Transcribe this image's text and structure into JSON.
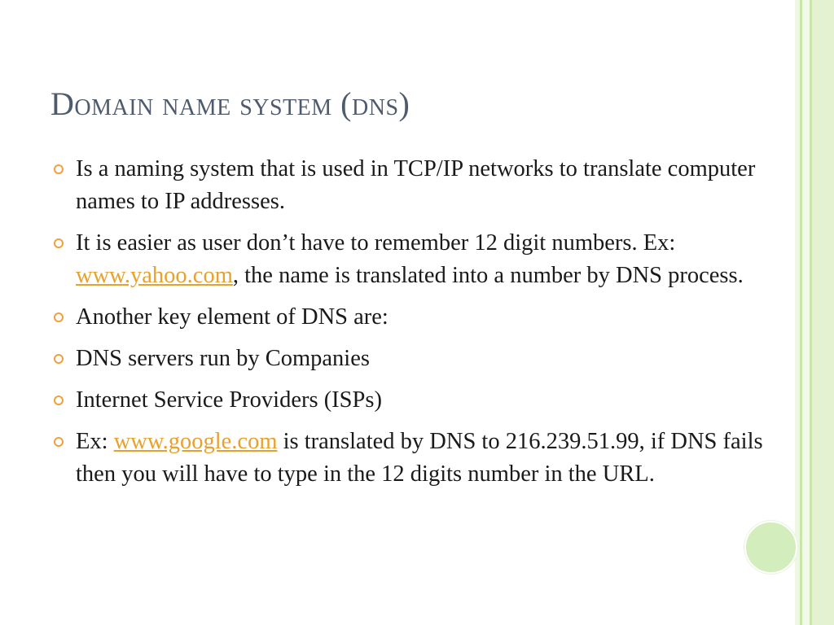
{
  "slide": {
    "title": "Domain name system (dns)",
    "bullets": [
      {
        "text_before": "Is a naming system that is used in TCP/IP networks to translate computer names to IP addresses.",
        "link": "",
        "text_after": ""
      },
      {
        "text_before": "It is easier as user don’t have to remember 12 digit numbers. Ex: ",
        "link": "www.yahoo.com",
        "text_after": ", the name is translated into a number by DNS process."
      },
      {
        "text_before": "Another key element of DNS are:",
        "link": "",
        "text_after": ""
      },
      {
        "text_before": "DNS servers run by Companies",
        "link": "",
        "text_after": ""
      },
      {
        "text_before": "Internet Service Providers (ISPs)",
        "link": "",
        "text_after": ""
      },
      {
        "text_before": "Ex: ",
        "link": "www.google.com",
        "text_after": " is translated by DNS to 216.239.51.99, if DNS fails then you will have to type in the 12 digits number in the URL."
      }
    ]
  },
  "colors": {
    "title": "#4e5a6e",
    "body_text": "#1a1a1a",
    "bullet_accent": "#f0a03c",
    "link": "#e8a12c",
    "border_green": "#c9e6aa",
    "circle_green": "#d3edbd"
  },
  "icons": {
    "bullet": "circle-bullet-icon",
    "decoration": "green-circle"
  }
}
